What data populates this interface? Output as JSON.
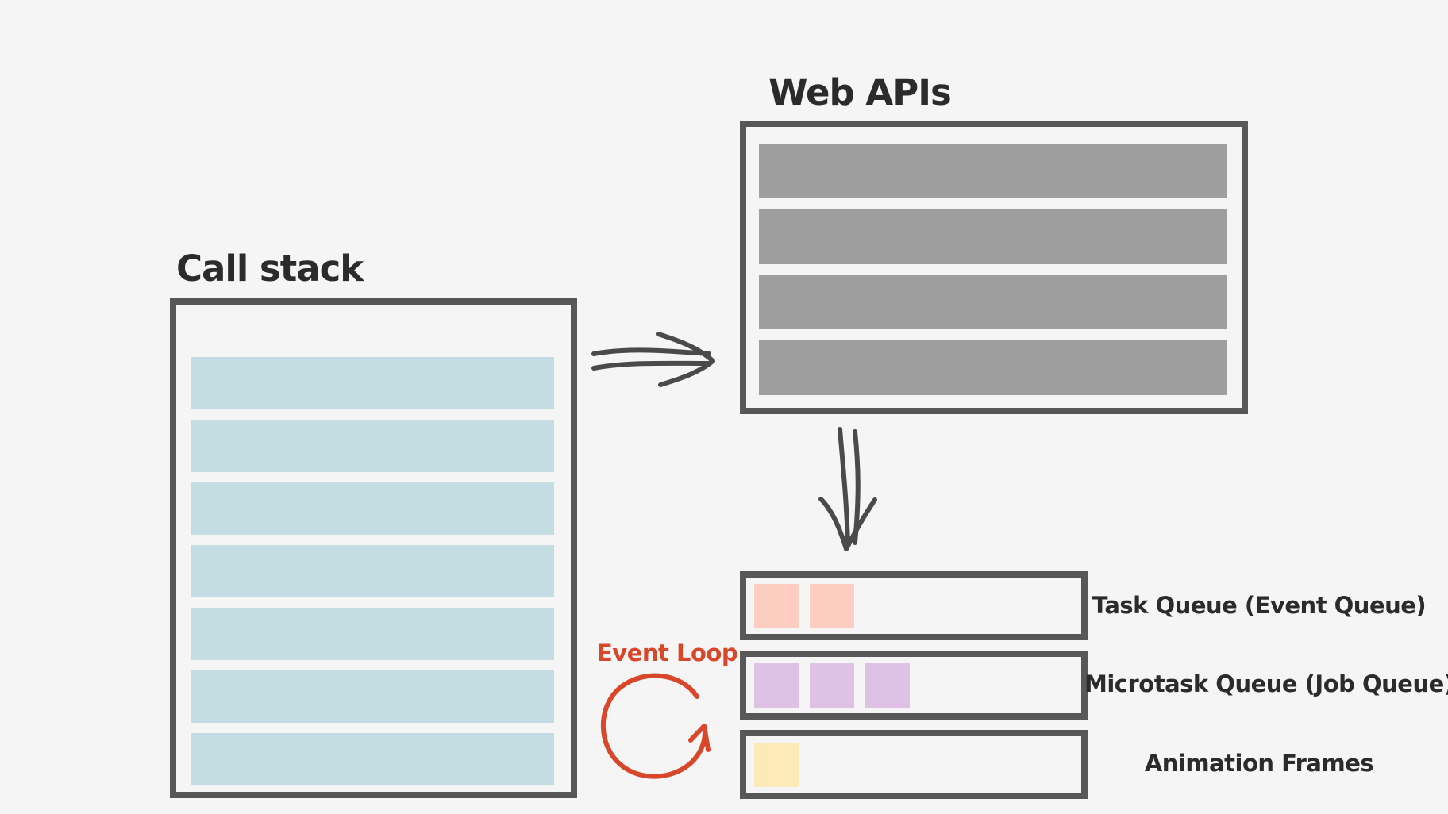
{
  "call_stack": {
    "title": "Call stack",
    "slot_count": 7,
    "slot_color": "#c4dde2"
  },
  "web_apis": {
    "title": "Web APIs",
    "slot_count": 4,
    "slot_color": "#9e9e9e"
  },
  "queues": [
    {
      "label": "Task Queue (Event Queue)",
      "item_count": 2,
      "item_color": "#fdcdc1"
    },
    {
      "label": "Microtask Queue (Job Queue)",
      "item_count": 3,
      "item_color": "#e0c1e6"
    },
    {
      "label": "Animation Frames",
      "item_count": 1,
      "item_color": "#fdeab8"
    }
  ],
  "event_loop": {
    "label": "Event Loop",
    "color": "#d9472b",
    "icon": "circular-arrow-icon"
  },
  "arrows": {
    "stack_to_apis": "double-arrow-right-icon",
    "apis_to_queues": "double-arrow-down-icon",
    "color": "#4a4a4a"
  },
  "colors": {
    "background": "#f4f5f4",
    "border": "#585858"
  }
}
